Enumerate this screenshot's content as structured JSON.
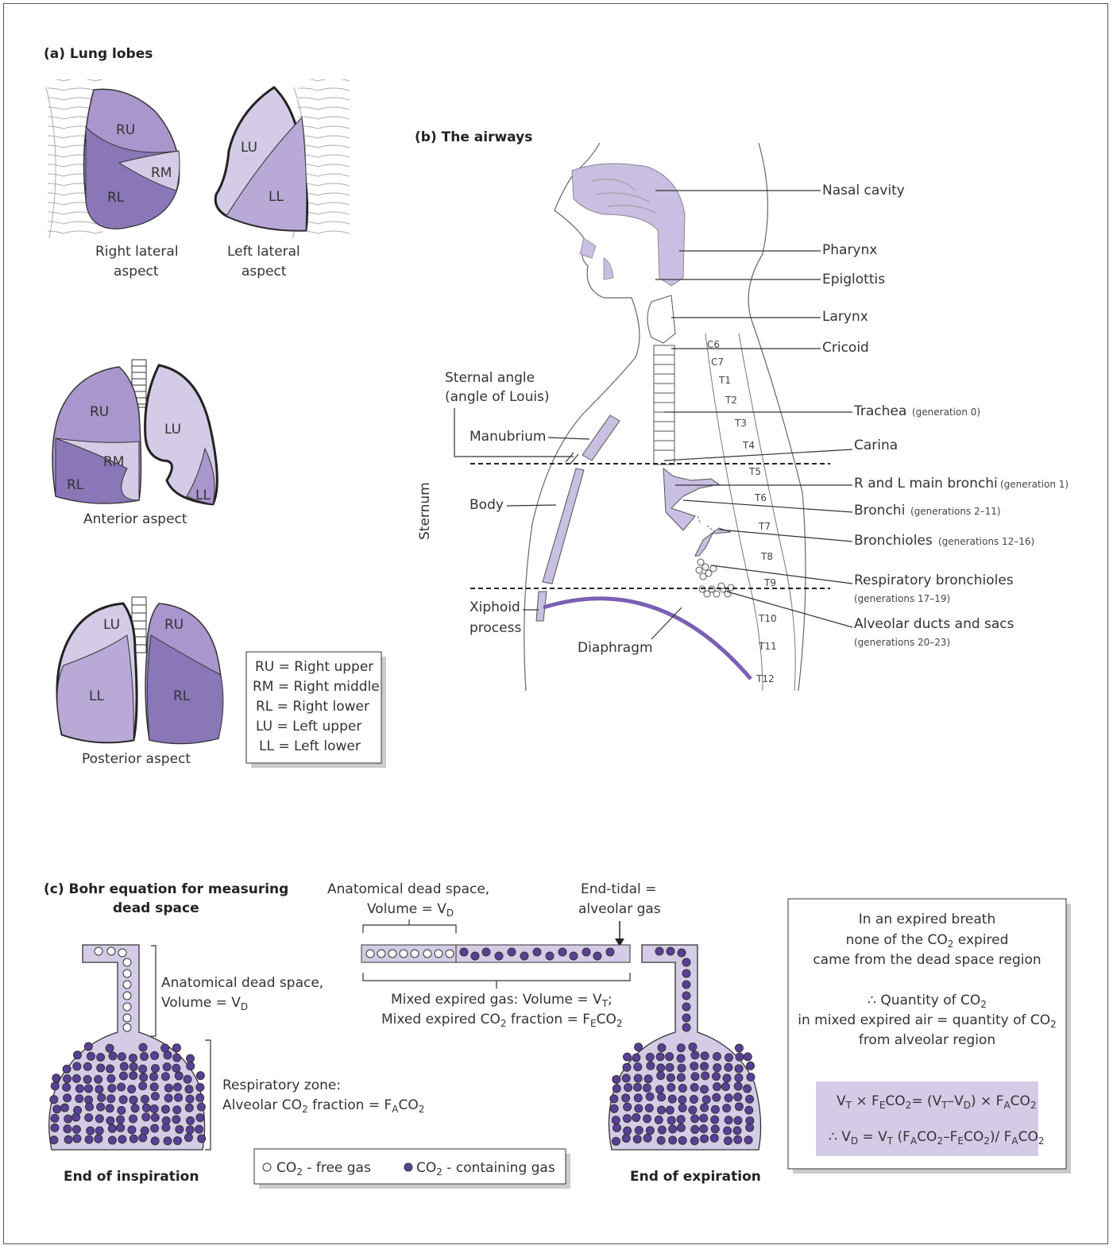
{
  "colors": {
    "lobe_dark": "#8a77b8",
    "lobe_mid": "#a996cc",
    "lobe_light": "#d4cce6",
    "airway": "#c9bfe2",
    "diaphragm": "#7b5fb4",
    "gas_filled": "#5a3f96",
    "formula_bg": "#d4cce6"
  },
  "panel_a": {
    "title": "(a)  Lung lobes",
    "right_lateral": {
      "caption_1": "Right lateral",
      "caption_2": "aspect",
      "ru": "RU",
      "rm": "RM",
      "rl": "RL"
    },
    "left_lateral": {
      "caption_1": "Left lateral",
      "caption_2": "aspect",
      "lu": "LU",
      "ll": "LL"
    },
    "anterior": {
      "caption": "Anterior aspect",
      "ru": "RU",
      "rm": "RM",
      "rl": "RL",
      "lu": "LU",
      "ll": "LL"
    },
    "posterior": {
      "caption": "Posterior aspect",
      "lu": "LU",
      "ll": "LL",
      "ru": "RU",
      "rl": "RL"
    },
    "key": [
      "RU = Right upper",
      "RM = Right middle",
      "RL = Right lower",
      "LU = Left upper",
      "LL = Left lower"
    ]
  },
  "panel_b": {
    "title": "(b)  The airways",
    "labels": {
      "nasal_cavity": "Nasal cavity",
      "pharynx": "Pharynx",
      "epiglottis": "Epiglottis",
      "larynx": "Larynx",
      "cricoid": "Cricoid",
      "trachea": "Trachea",
      "trachea_gen": "(generation 0)",
      "carina": "Carina",
      "main_bronchi": "R and L main bronchi",
      "main_bronchi_gen": "(generation 1)",
      "bronchi": "Bronchi",
      "bronchi_gen": "(generations 2–11)",
      "bronchioles": "Bronchioles",
      "bronchioles_gen": "(generations 12–16)",
      "resp_bronchioles": "Respiratory bronchioles",
      "resp_bronchioles_gen": "(generations 17–19)",
      "alveolar": "Alveolar ducts and sacs",
      "alveolar_gen": "(generations 20–23)",
      "sternal_angle_1": "Sternal angle",
      "sternal_angle_2": "(angle of Louis)",
      "manubrium": "Manubrium",
      "body": "Body",
      "sternum": "Sternum",
      "xiphoid_1": "Xiphoid",
      "xiphoid_2": "process",
      "diaphragm": "Diaphragm"
    },
    "vertebrae": [
      "C6",
      "C7",
      "T1",
      "T2",
      "T3",
      "T4",
      "T5",
      "T6",
      "T7",
      "T8",
      "T9",
      "T10",
      "T11",
      "T12"
    ]
  },
  "panel_c": {
    "title_1": "(c)  Bohr equation for measuring",
    "title_2": "dead space",
    "dead_space_1": "Anatomical dead space,",
    "dead_space_2": "Volume = V",
    "dead_space_sub": "D",
    "top_dead_space_1": "Anatomical dead space,",
    "top_dead_space_2": "Volume = V",
    "end_tidal_1": "End-tidal =",
    "end_tidal_2": "alveolar gas",
    "mixed_1": "Mixed expired gas: Volume = V",
    "mixed_1_sub": "T",
    "mixed_2": "Mixed expired CO",
    "mixed_2b": " fraction = F",
    "resp_zone_1": "Respiratory zone:",
    "resp_zone_2": "Alveolar CO",
    "resp_zone_2b": " fraction = F",
    "end_inspiration": "End of inspiration",
    "end_expiration": "End of expiration",
    "legend_free": "CO",
    "legend_free_b": " - free gas",
    "legend_containing": "CO",
    "legend_containing_b": " - containing gas",
    "box_1": "In an expired breath",
    "box_2": "none of the CO",
    "box_2b": " expired",
    "box_3": "came from the dead space region",
    "box_4": "∴ Quantity of CO",
    "box_5": "in mixed expired air = quantity of CO",
    "box_6": "from alveolar region",
    "eq_1": "V",
    "eq_2": "∴ V"
  }
}
